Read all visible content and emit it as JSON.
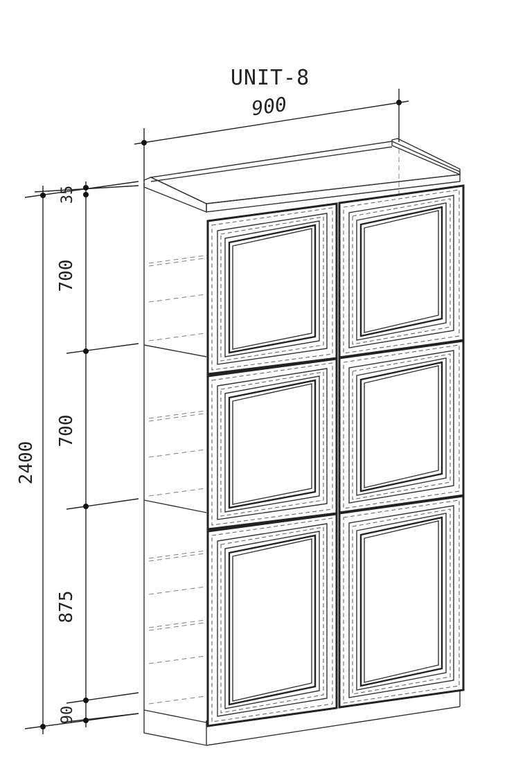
{
  "unit": {
    "title": "UNIT-8",
    "width": "900"
  },
  "dimensions": {
    "total_height": "2400",
    "top": "35",
    "upper": "700",
    "middle": "700",
    "lower": "875",
    "plinth": "90"
  }
}
